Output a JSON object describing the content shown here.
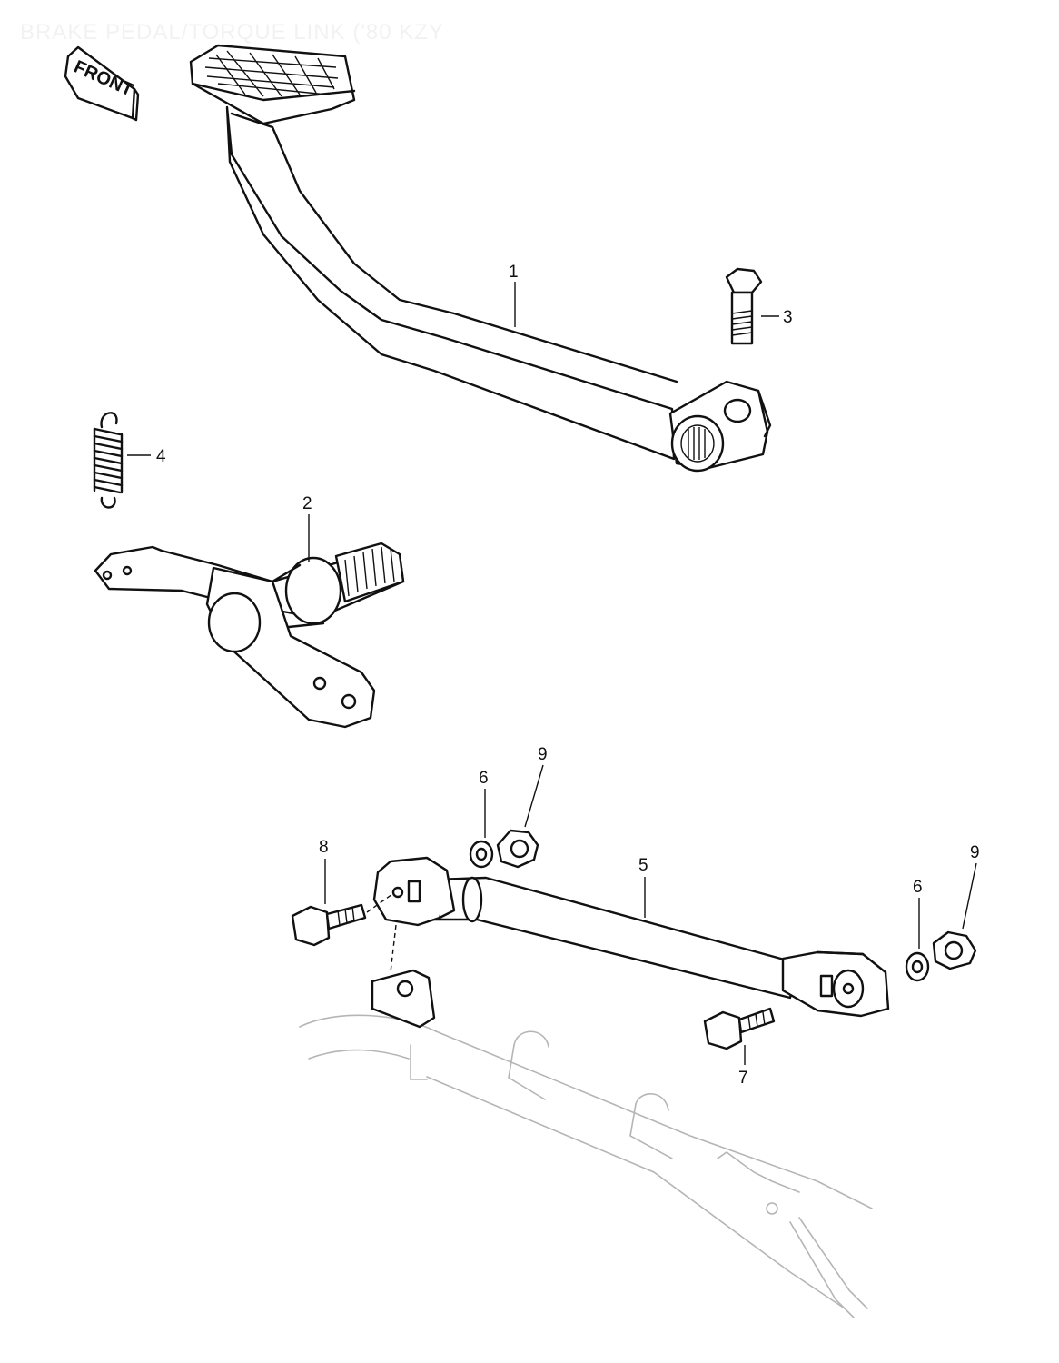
{
  "title": "BRAKE PEDAL/TORQUE LINK ('80 KZY",
  "front_badge": {
    "label": "FRONT"
  },
  "callouts": {
    "c1": "1",
    "c2": "2",
    "c3": "3",
    "c4": "4",
    "c5": "5",
    "c6a": "6",
    "c6b": "6",
    "c7": "7",
    "c8": "8",
    "c9a": "9",
    "c9b": "9"
  }
}
